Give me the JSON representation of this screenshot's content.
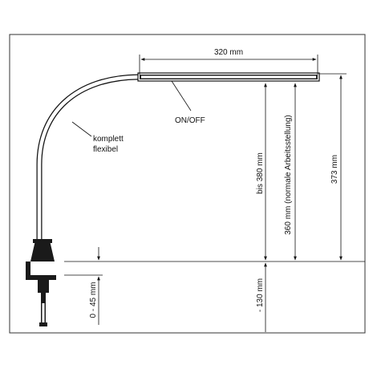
{
  "labels": {
    "width_320": "320 mm",
    "on_off": "ON/OFF",
    "flexible_line1": "komplett",
    "flexible_line2": "flexibel",
    "height_380": "bis 380 mm",
    "height_360": "360 mm (normale Arbeitsstellung)",
    "height_373": "373 mm",
    "clamp_range": "0 - 45 mm",
    "below_130": "- 130 mm"
  }
}
